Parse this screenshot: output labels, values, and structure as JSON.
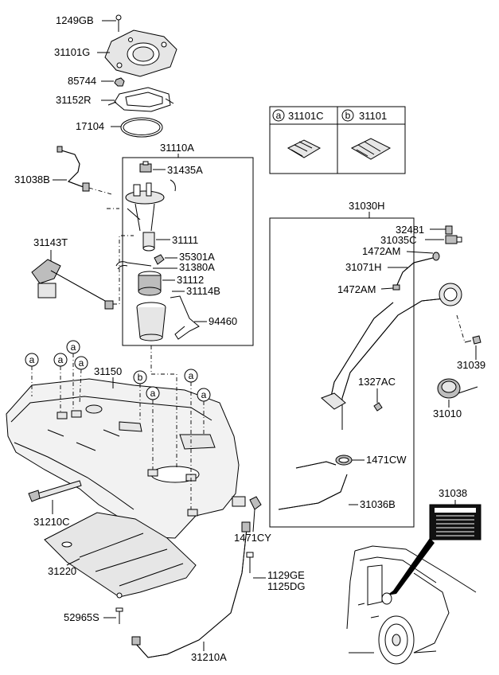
{
  "labels": {
    "p1249GB": "1249GB",
    "p31101G": "31101G",
    "p85744": "85744",
    "p31152R": "31152R",
    "p17104": "17104",
    "p31110A": "31110A",
    "p31038B": "31038B",
    "p31435A": "31435A",
    "p31143T": "31143T",
    "p31111": "31111",
    "p35301A": "35301A",
    "p31380A": "31380A",
    "p31112": "31112",
    "p31114B": "31114B",
    "p94460": "94460",
    "p31150": "31150",
    "p31210C": "31210C",
    "p31220": "31220",
    "p52965S": "52965S",
    "p31210A": "31210A",
    "p1471CY": "1471CY",
    "p1129GE": "1129GE",
    "p1125DG": "1125DG",
    "p31030H": "31030H",
    "p32481": "32481",
    "p31035C": "31035C",
    "p1472AM_1": "1472AM",
    "p31071H": "31071H",
    "p1472AM_2": "1472AM",
    "p1327AC": "1327AC",
    "p1471CW": "1471CW",
    "p31036B": "31036B",
    "p31039": "31039",
    "p31010": "31010",
    "p31038": "31038"
  },
  "legend": {
    "a_letter": "a",
    "a_part": "31101C",
    "b_letter": "b",
    "b_part": "31101"
  },
  "callouts": {
    "a": "a",
    "b": "b"
  }
}
